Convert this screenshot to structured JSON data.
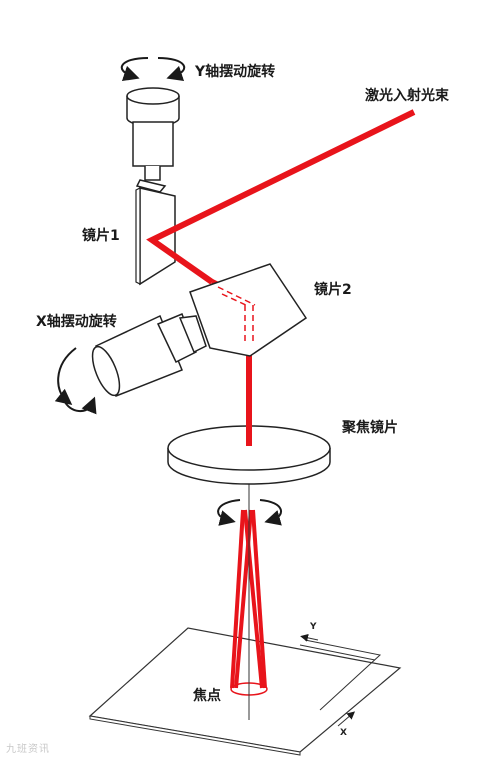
{
  "labels": {
    "y_rotation": "Y轴摆动旋转",
    "laser_in": "激光入射光束",
    "mirror1": "镜片1",
    "mirror2": "镜片2",
    "x_rotation": "X轴摆动旋转",
    "focus_lens": "聚焦镜片",
    "focal_point": "焦点",
    "axis_y": "Y",
    "axis_x": "X"
  },
  "watermark": "九班资讯",
  "colors": {
    "beam": "#e8141b",
    "line": "#1a1a1a",
    "fill": "#ffffff"
  }
}
